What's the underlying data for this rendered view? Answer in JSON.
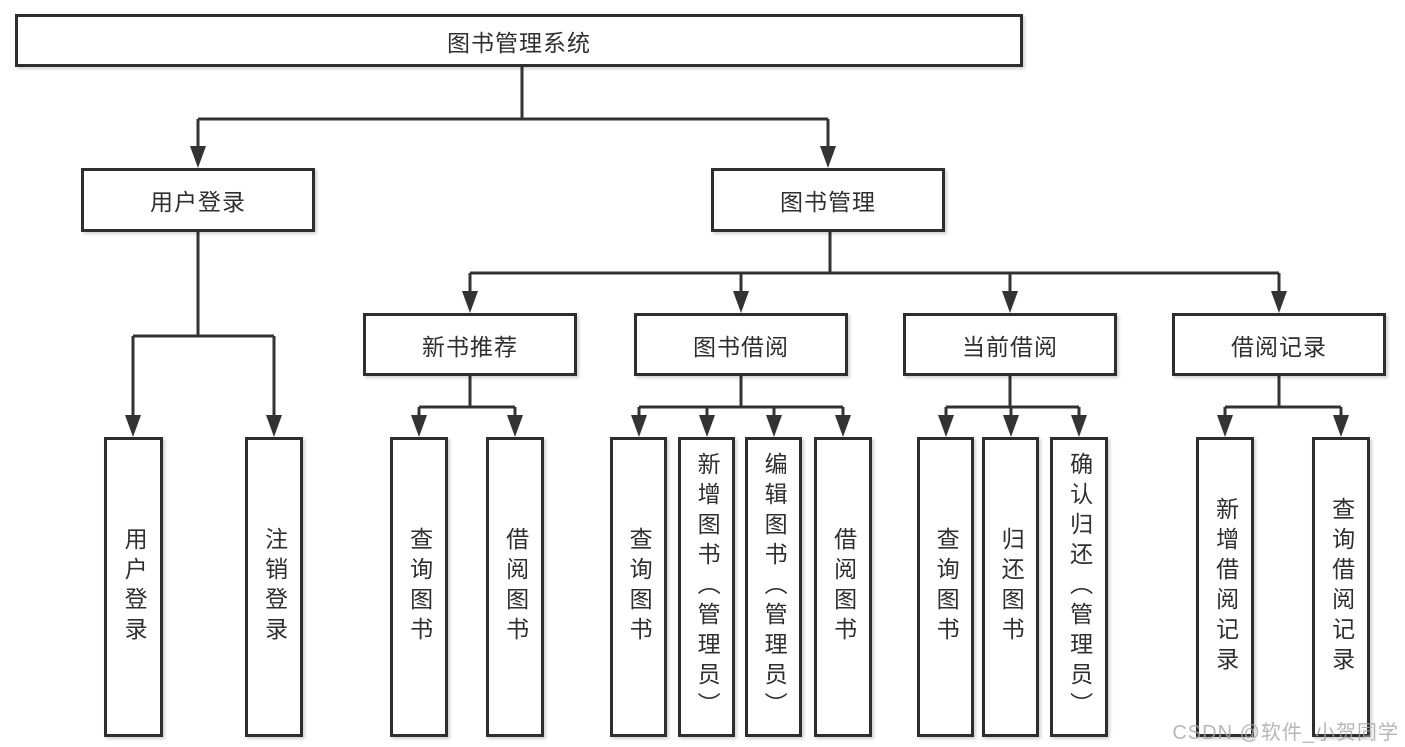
{
  "root": {
    "label": "图书管理系统"
  },
  "level2": [
    {
      "label": "用户登录",
      "children": [
        {
          "label": "用户登录"
        },
        {
          "label": "注销登录"
        }
      ]
    },
    {
      "label": "图书管理",
      "children": [
        {
          "label": "新书推荐",
          "children": [
            {
              "label": "查询图书"
            },
            {
              "label": "借阅图书"
            }
          ]
        },
        {
          "label": "图书借阅",
          "children": [
            {
              "label": "查询图书"
            },
            {
              "label": "新增图书（管理员）"
            },
            {
              "label": "编辑图书（管理员）"
            },
            {
              "label": "借阅图书"
            }
          ]
        },
        {
          "label": "当前借阅",
          "children": [
            {
              "label": "查询图书"
            },
            {
              "label": "归还图书"
            },
            {
              "label": "确认归还（管理员）"
            }
          ]
        },
        {
          "label": "借阅记录",
          "children": [
            {
              "label": "新增借阅记录"
            },
            {
              "label": "查询借阅记录"
            }
          ]
        }
      ]
    }
  ],
  "watermark": "CSDN @软件_小贺同学",
  "colors": {
    "line": "#333333",
    "box_border": "#2e2e2e",
    "text": "#2f2f2f",
    "background": "#ffffff",
    "watermark": "#a6a6a6"
  }
}
